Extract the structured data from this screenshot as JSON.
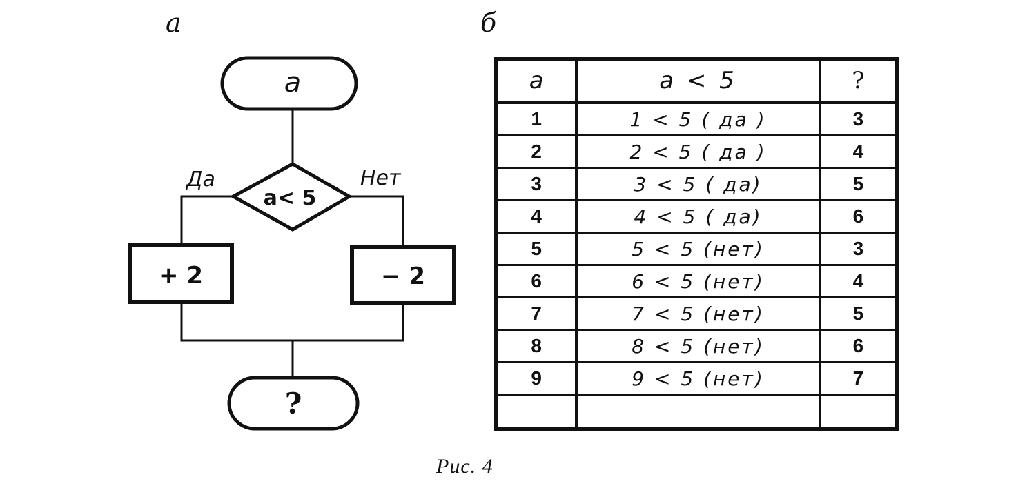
{
  "panels": {
    "left_label": "а",
    "right_label": "б"
  },
  "flowchart": {
    "start_label": "а",
    "condition_label": "а< 5",
    "yes_label": "Да",
    "no_label": "Нет",
    "yes_action": "+ 2",
    "no_action": "− 2",
    "end_label": "?"
  },
  "trace_table": {
    "headers": [
      "а",
      "а < 5",
      "?"
    ],
    "rows": [
      {
        "a": "1",
        "cond": "1 < 5 ( да )",
        "result": "3"
      },
      {
        "a": "2",
        "cond": "2 < 5 ( да )",
        "result": "4"
      },
      {
        "a": "3",
        "cond": "3 < 5 ( да)",
        "result": "5"
      },
      {
        "a": "4",
        "cond": "4 < 5 ( да)",
        "result": "6"
      },
      {
        "a": "5",
        "cond": "5 < 5 (нет)",
        "result": "3"
      },
      {
        "a": "6",
        "cond": "6 < 5 (нет)",
        "result": "4"
      },
      {
        "a": "7",
        "cond": "7 < 5 (нет)",
        "result": "5"
      },
      {
        "a": "8",
        "cond": "8 < 5 (нет)",
        "result": "6"
      },
      {
        "a": "9",
        "cond": "9 < 5 (нет)",
        "result": "7"
      }
    ]
  },
  "caption": "Рис. 4"
}
